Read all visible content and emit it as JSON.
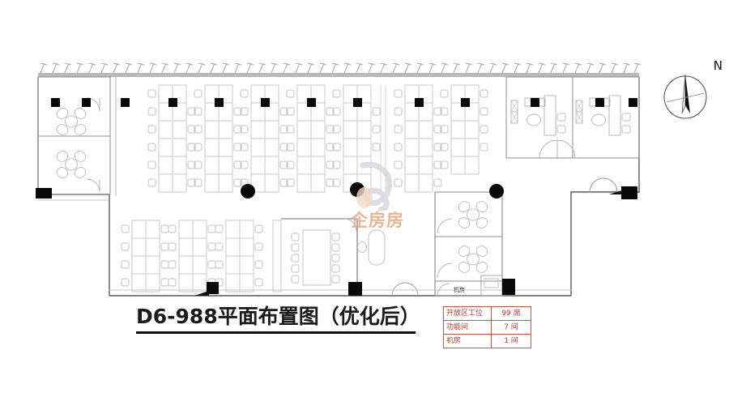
{
  "document": {
    "title": "D6-988平面布置图（优化后）",
    "type": "office-floor-plan"
  },
  "legend": {
    "border_color": "#c0392b",
    "text_color": "#b8382e",
    "rows": [
      {
        "key": "开放区工位",
        "value": "99",
        "unit": "席"
      },
      {
        "key": "功能间",
        "value": "7",
        "unit": "间"
      },
      {
        "key": "机房",
        "value": "1",
        "unit": "间"
      }
    ]
  },
  "compass": {
    "north_label": "N",
    "icon": "compass-rose-icon"
  },
  "watermark": {
    "text": "企房房",
    "color": "#e8a87c",
    "mark_color": "#d8d8dc"
  },
  "rooms": {
    "server_room_label": "机房"
  },
  "colors": {
    "wall": "#4a4a4a",
    "thin_wall": "#8a8a8a",
    "furniture": "#c6c6cc",
    "column": "#000000",
    "background": "#ffffff",
    "glass_wall": "#b9b9bd"
  },
  "plan_geometry": {
    "outline": "irregular L-shaped office floor, curtain wall along north facade",
    "open_desk_clusters_upper": 7,
    "open_desk_rows_upper": 6,
    "open_desk_clusters_lower": 4,
    "open_desk_rows_lower": 4,
    "meeting_rooms_round_table": 4,
    "executive_offices": 2,
    "conference_room_seats": 10,
    "round_columns": 3,
    "square_columns": 14
  }
}
